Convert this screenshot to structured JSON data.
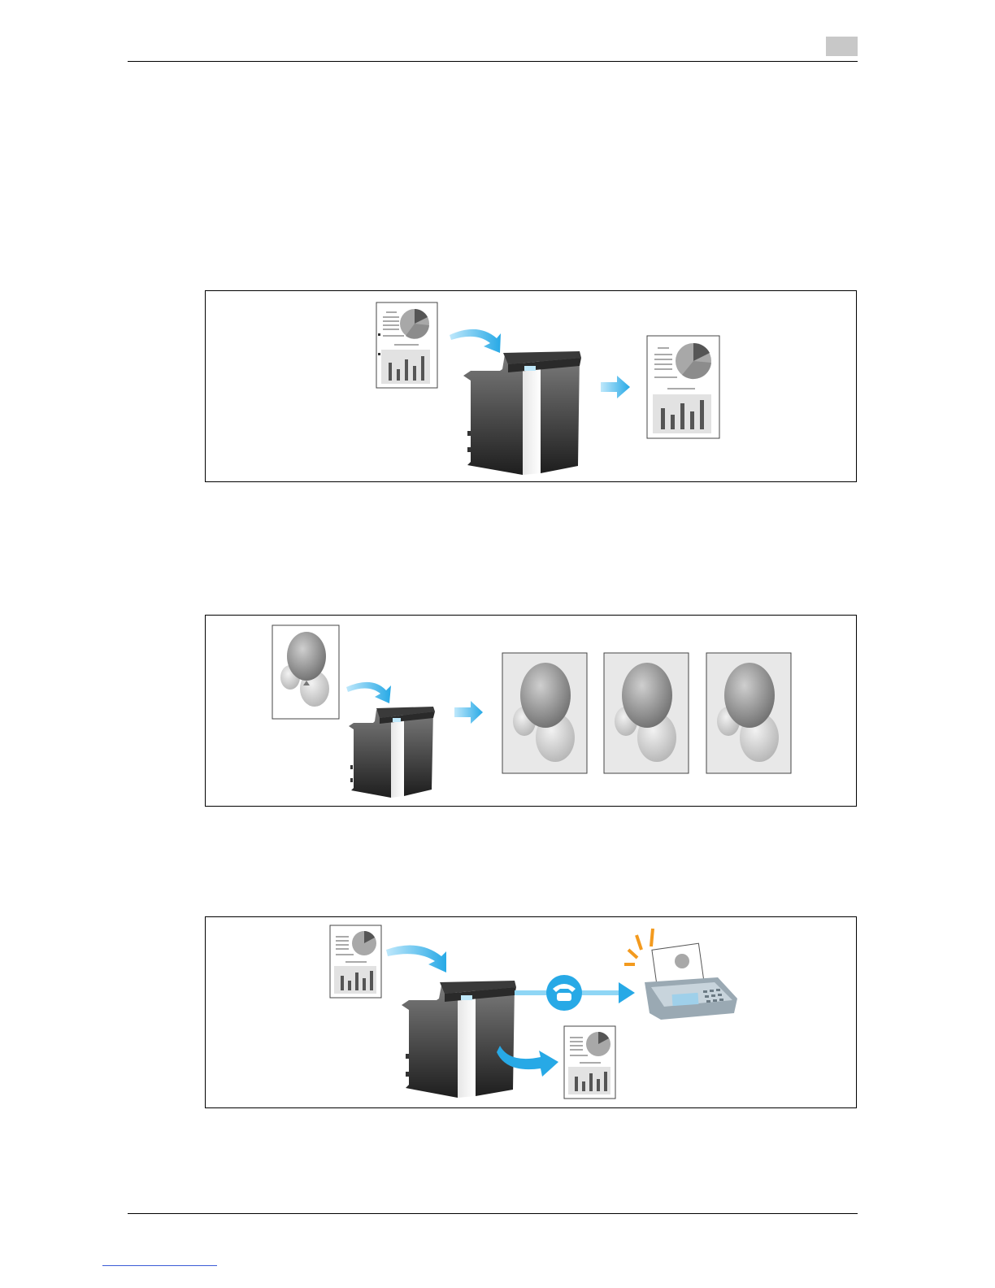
{
  "figures": [
    {
      "id": "copy"
    },
    {
      "id": "multiple-copies"
    },
    {
      "id": "fax-with-print"
    }
  ]
}
